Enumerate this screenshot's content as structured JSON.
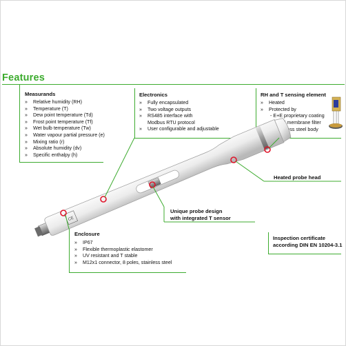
{
  "heading": "Features",
  "measurands": {
    "title": "Measurands",
    "items": [
      "Relative humidity (RH)",
      "Temperature (T)",
      "Dew point temperature (Td)",
      "Frost point temperature (Tf)",
      "Wet bulb temperature (Tw)",
      "Water vapour partial pressure (e)",
      "Mixing ratio (r)",
      "Absolute humidity (dv)",
      "Specific enthalpy (h)"
    ]
  },
  "electronics": {
    "title": "Electronics",
    "items": [
      "Fully encapsulated",
      "Two voltage outputs",
      "RS485 interface with",
      "User configurable and adjustable"
    ],
    "continuation": "Modbus RTU protocol"
  },
  "sensing": {
    "title": "RH and T sensing element",
    "items": [
      "Heated",
      "Protected by"
    ],
    "sub_items": [
      "- E+E proprietary coating",
      "- PTFE membrane filter",
      "on stainless steel body"
    ]
  },
  "enclosure": {
    "title": "Enclosure",
    "items": [
      "IP67",
      "Flexible thermoplastic elastomer",
      "UV resistant and T stable",
      "M12x1 connector, 8 poles, stainless steel"
    ]
  },
  "callouts": {
    "heated_head": "Heated probe head",
    "probe_design_line1": "Unique probe design",
    "probe_design_line2": "with integrated T sensor",
    "certificate_line1": "Inspection certificate",
    "certificate_line2": "according DIN EN 10204-3.1"
  },
  "bullet": "»",
  "colors": {
    "accent": "#3cab2e",
    "marker": "#e0142a"
  }
}
